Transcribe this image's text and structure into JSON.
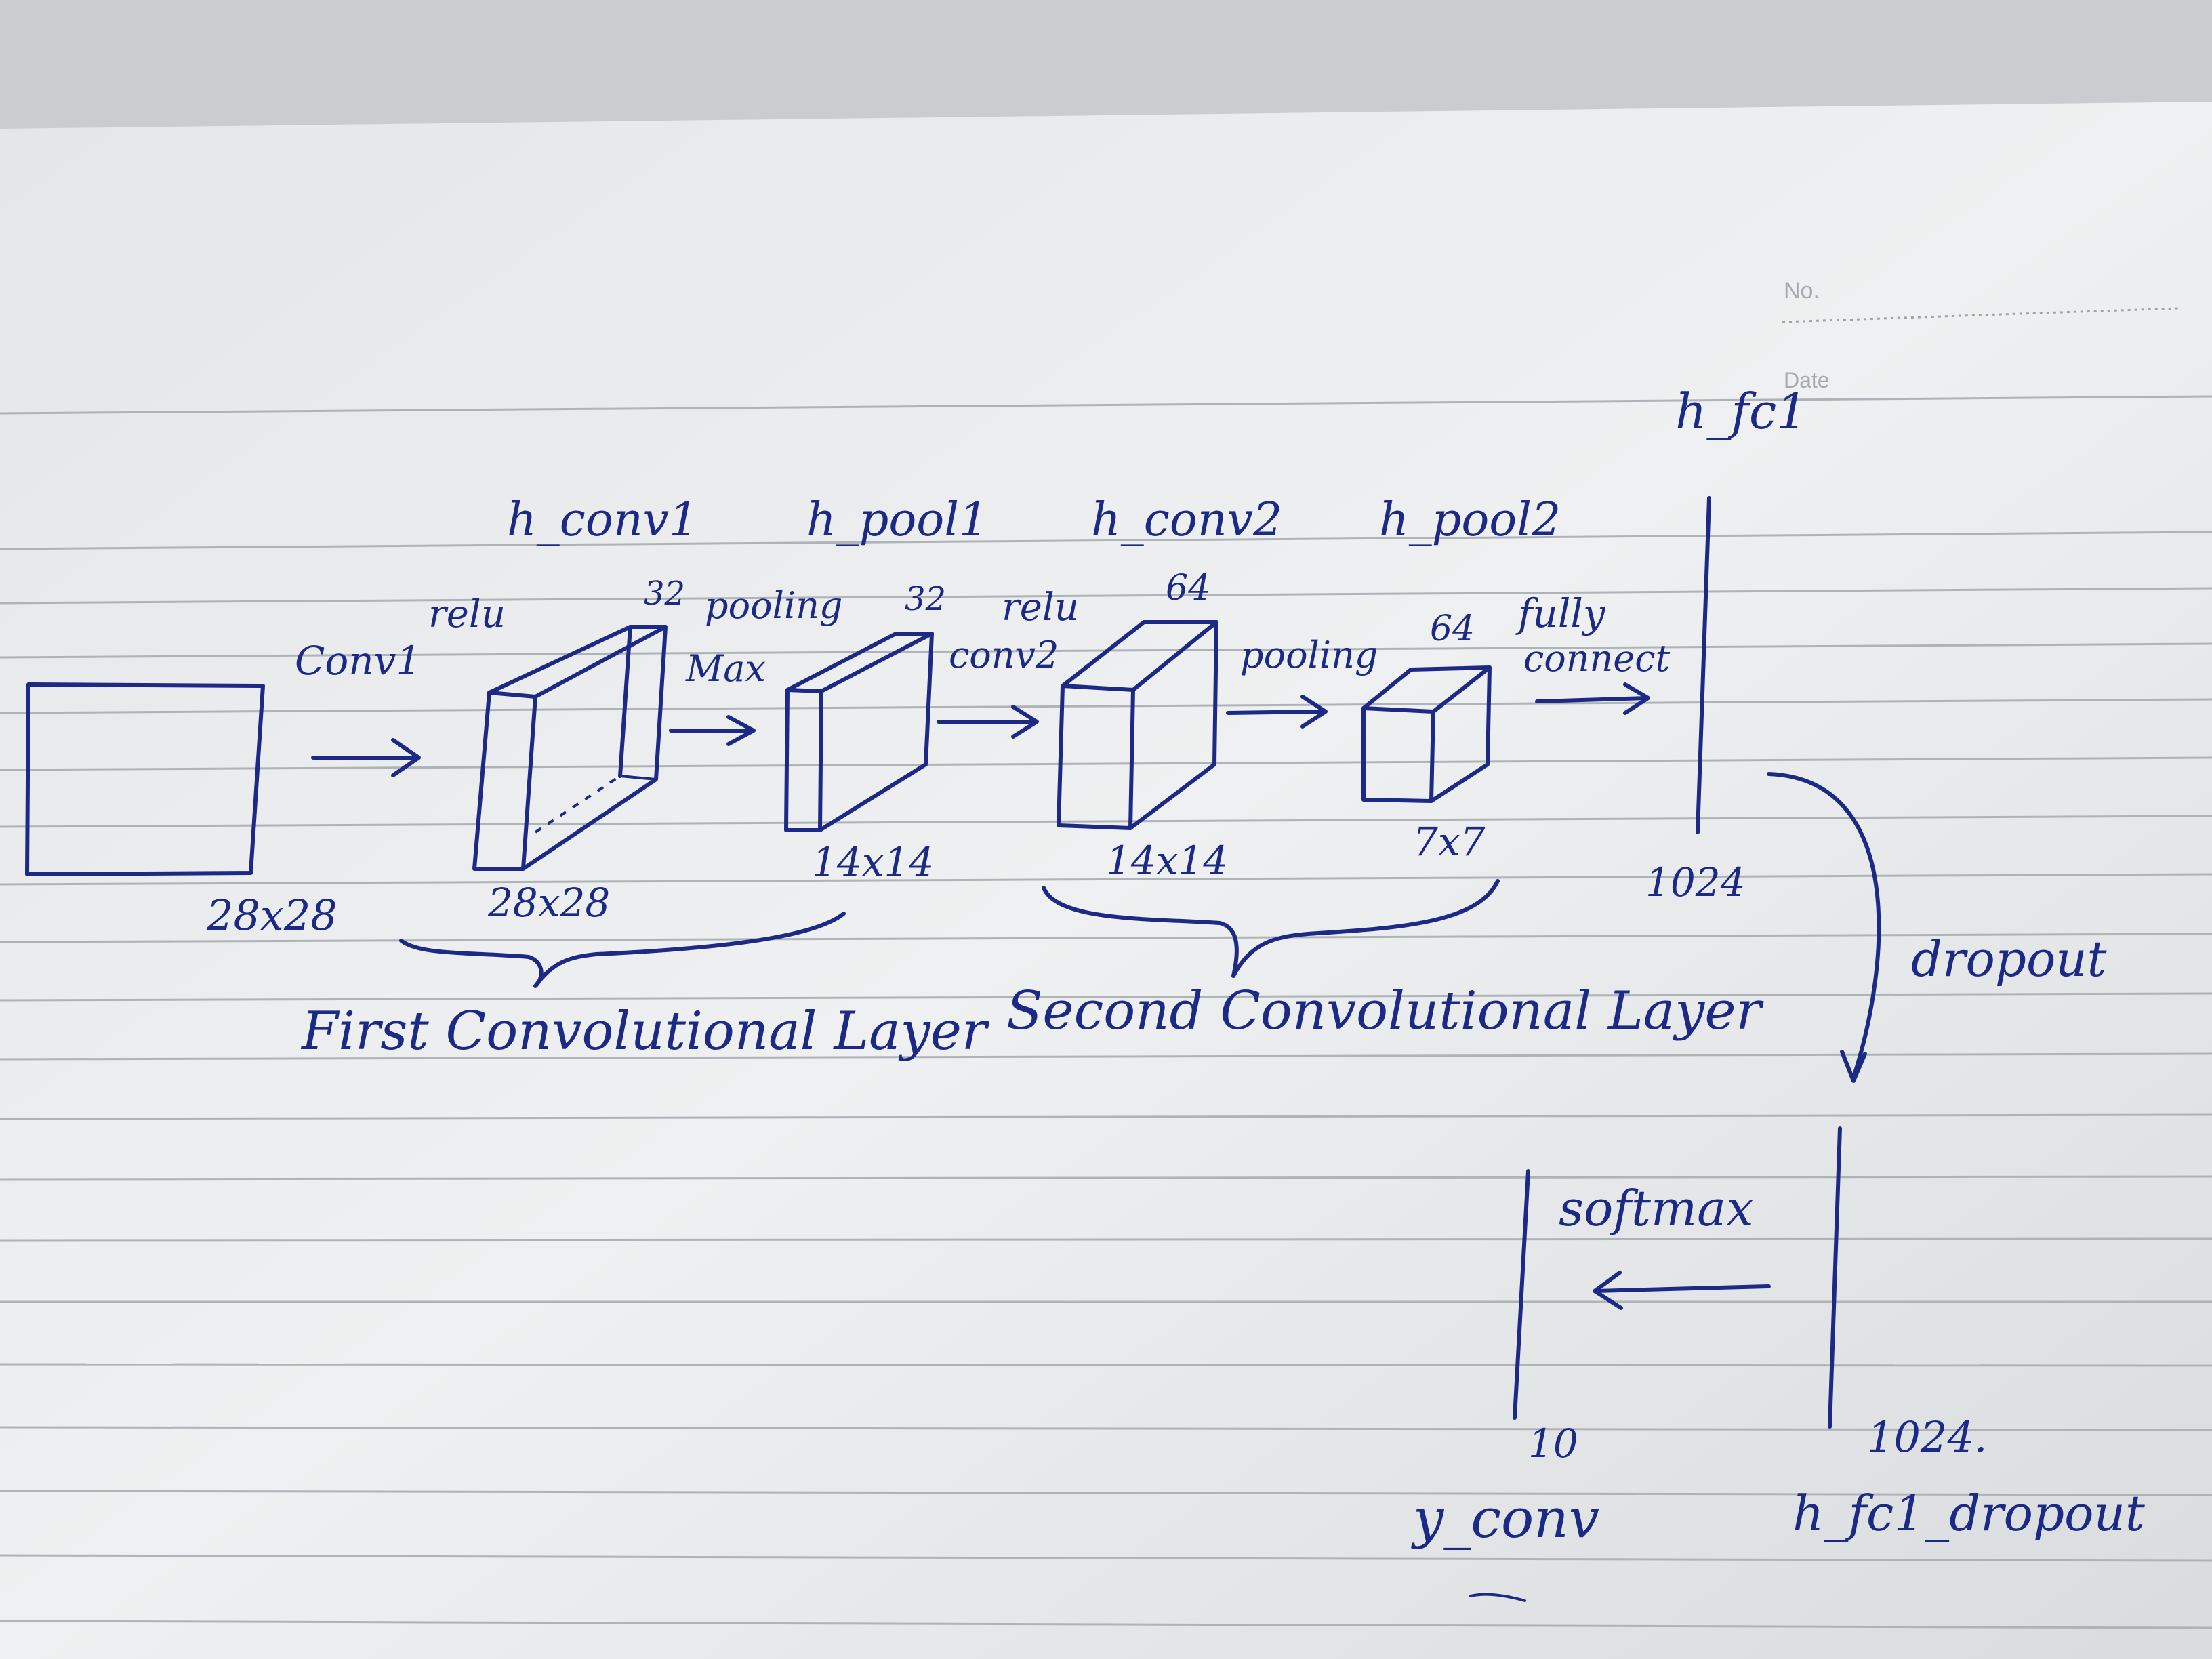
{
  "header": {
    "no_label": "No.",
    "date_label": "Date"
  },
  "colors": {
    "ink": "#1c2a86",
    "paper": "#eceef0",
    "rule": "#aeb3b7"
  },
  "labels": {
    "input_size": "28x28",
    "conv1": "Conv1",
    "relu1": "relu",
    "h_conv1": "h_conv1",
    "h_conv1_depth": "32",
    "h_conv1_size": "28x28",
    "pooling1": "pooling",
    "max": "Max",
    "h_pool1": "h_pool1",
    "h_pool1_depth": "32",
    "h_pool1_size": "14x14",
    "relu2": "relu",
    "conv2": "conv2",
    "h_conv2": "h_conv2",
    "h_conv2_depth": "64",
    "h_conv2_size": "14x14",
    "pooling2": "pooling",
    "h_pool2": "h_pool2",
    "h_pool2_depth": "64",
    "h_pool2_size": "7x7",
    "fully": "fully",
    "connect": "connect",
    "h_fc1": "h_fc1",
    "h_fc1_size": "1024",
    "dropout": "dropout",
    "softmax": "softmax",
    "y_conv_size": "10",
    "y_conv": "y_conv",
    "h_fc1_dropout_size": "1024.",
    "h_fc1_dropout": "h_fc1_dropout",
    "first_layer": "First Convolutional Layer",
    "second_layer": "Second Convolutional Layer"
  }
}
